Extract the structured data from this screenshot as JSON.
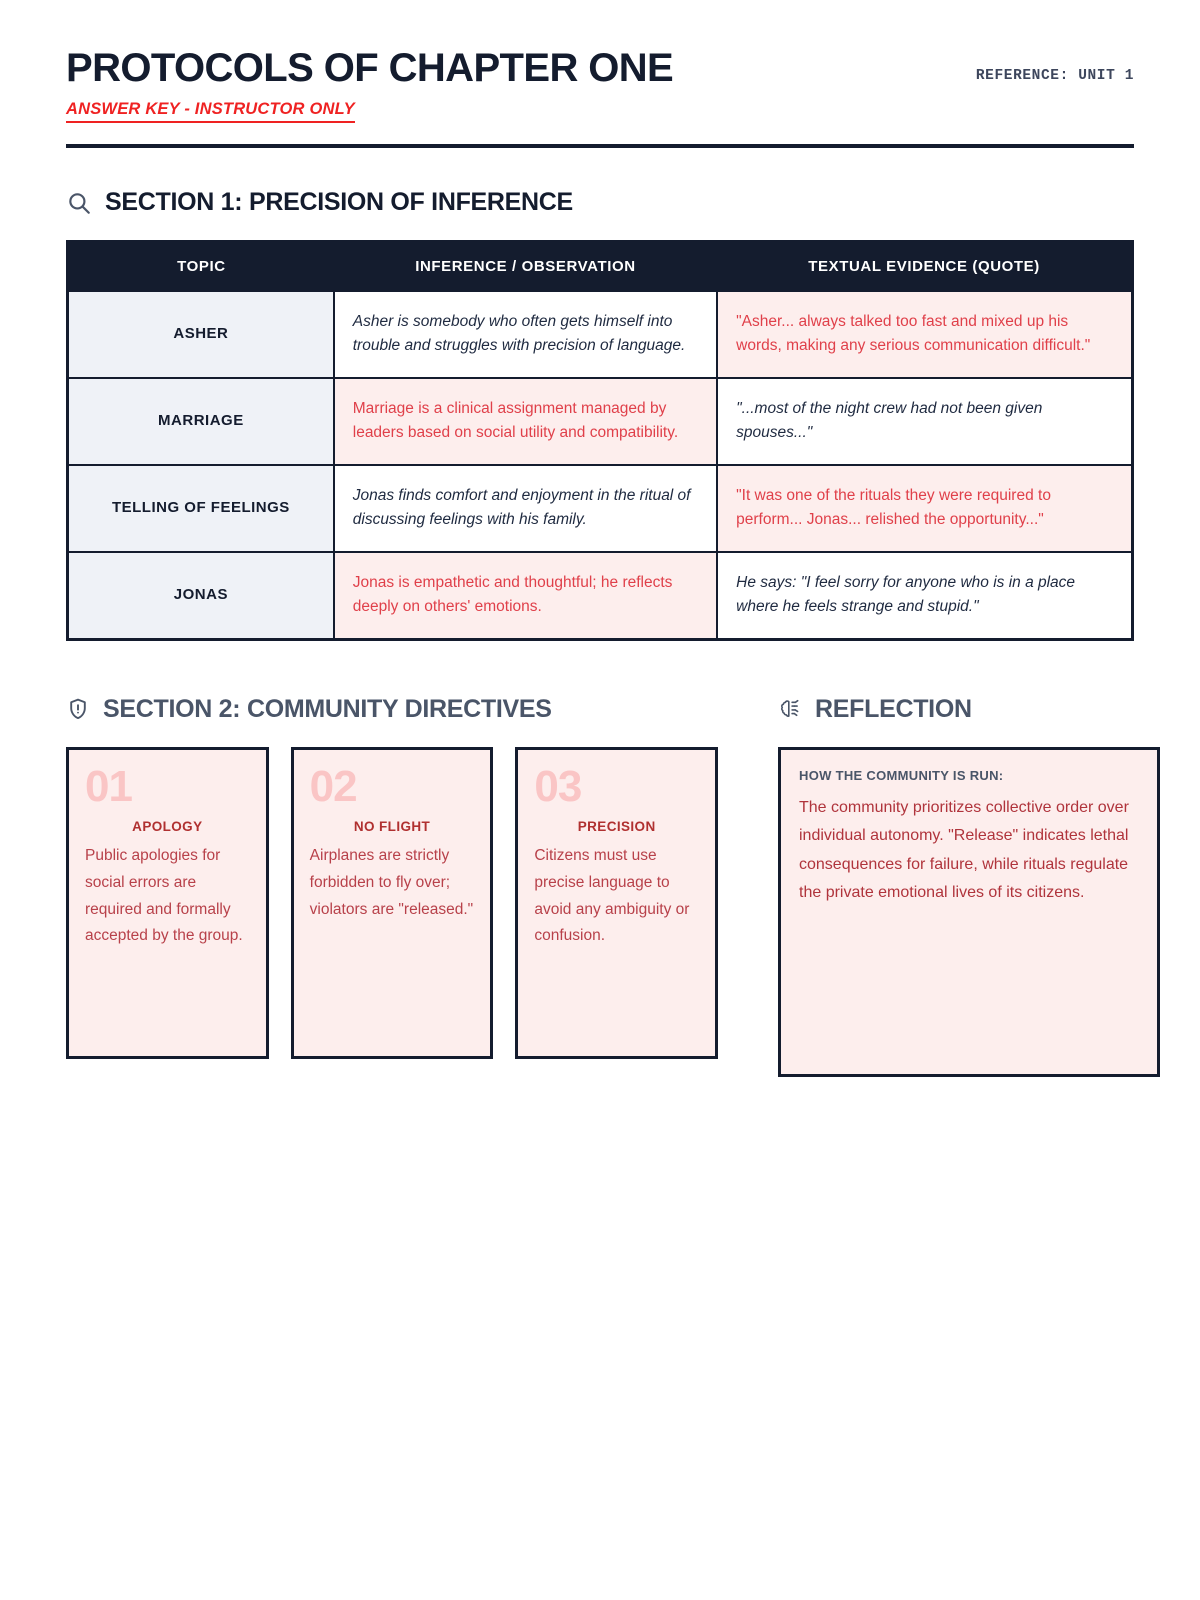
{
  "header": {
    "title": "PROTOCOLS OF CHAPTER ONE",
    "subtitle": "ANSWER KEY - INSTRUCTOR ONLY",
    "reference": "REFERENCE: UNIT 1"
  },
  "section1": {
    "icon": "search-icon",
    "title": "SECTION 1: PRECISION OF INFERENCE",
    "columns": [
      "TOPIC",
      "INFERENCE / OBSERVATION",
      "TEXTUAL EVIDENCE (QUOTE)"
    ],
    "rows": [
      {
        "topic": "ASHER",
        "inference": "Asher is somebody who often gets himself into trouble and struggles with precision of language.",
        "evidence": "\"Asher... always talked too fast and mixed up his words, making any serious communication difficult.\"",
        "answer_column": "evidence"
      },
      {
        "topic": "MARRIAGE",
        "inference": "Marriage is a clinical assignment managed by leaders based on social utility and compatibility.",
        "evidence": "\"...most of the night crew had not been given spouses...\"",
        "answer_column": "inference"
      },
      {
        "topic": "TELLING OF FEELINGS",
        "inference": "Jonas finds comfort and enjoyment in the ritual of discussing feelings with his family.",
        "evidence": "\"It was one of the rituals they were required to perform... Jonas... relished the opportunity...\"",
        "answer_column": "evidence"
      },
      {
        "topic": "JONAS",
        "inference": "Jonas is empathetic and thoughtful; he reflects deeply on others' emotions.",
        "evidence": "He says: \"I feel sorry for anyone who is in a place where he feels strange and stupid.\"",
        "answer_column": "inference"
      }
    ]
  },
  "section2": {
    "icon": "shield-alert-icon",
    "title": "SECTION 2: COMMUNITY DIRECTIVES",
    "cards": [
      {
        "number": "01",
        "label": "APOLOGY",
        "text": "Public apologies for social errors are required and formally accepted by the group."
      },
      {
        "number": "02",
        "label": "NO FLIGHT",
        "text": "Airplanes are strictly forbidden to fly over; violators are \"released.\""
      },
      {
        "number": "03",
        "label": "PRECISION",
        "text": "Citizens must use precise language to avoid any ambiguity or confusion."
      }
    ]
  },
  "reflection": {
    "icon": "brain-icon",
    "title": "REFLECTION",
    "label": "HOW THE COMMUNITY IS RUN:",
    "text": "The community prioritizes collective order over individual autonomy. \"Release\" indicates lethal consequences for failure, while rituals regulate the private emotional lives of its citizens."
  },
  "colors": {
    "ink": "#141c2e",
    "slate": "#4a5568",
    "accent_red": "#e0404a",
    "bright_red": "#ef2222",
    "pink_bg": "#fdeeed",
    "pink_numeral": "#fac5c5",
    "topic_bg": "#eff2f7"
  }
}
